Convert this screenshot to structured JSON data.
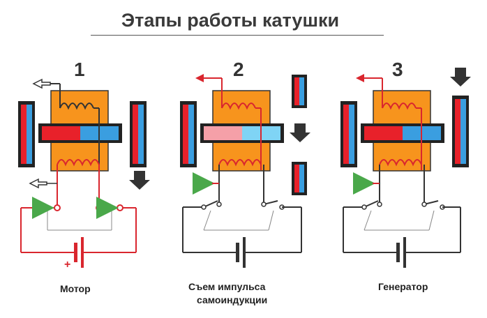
{
  "title": "Этапы работы катушки",
  "stages": [
    {
      "number": "1",
      "caption_line1": "Мотор",
      "caption_line2": "",
      "battery_plus": "+"
    },
    {
      "number": "2",
      "caption_line1": "Съем импульса",
      "caption_line2": "самоиндукции"
    },
    {
      "number": "3",
      "caption_line1": "Генератор",
      "caption_line2": ""
    }
  ],
  "colors": {
    "coil_body": "#f7941d",
    "core_red": "#e8212a",
    "core_blue": "#3a9ee0",
    "core_pink": "#f5a0a8",
    "core_lightblue": "#7fd4f5",
    "wire": "#d9262e",
    "circuit": "#222222",
    "arrow_green": "#4aa84a",
    "arrow_dark": "#333333"
  }
}
